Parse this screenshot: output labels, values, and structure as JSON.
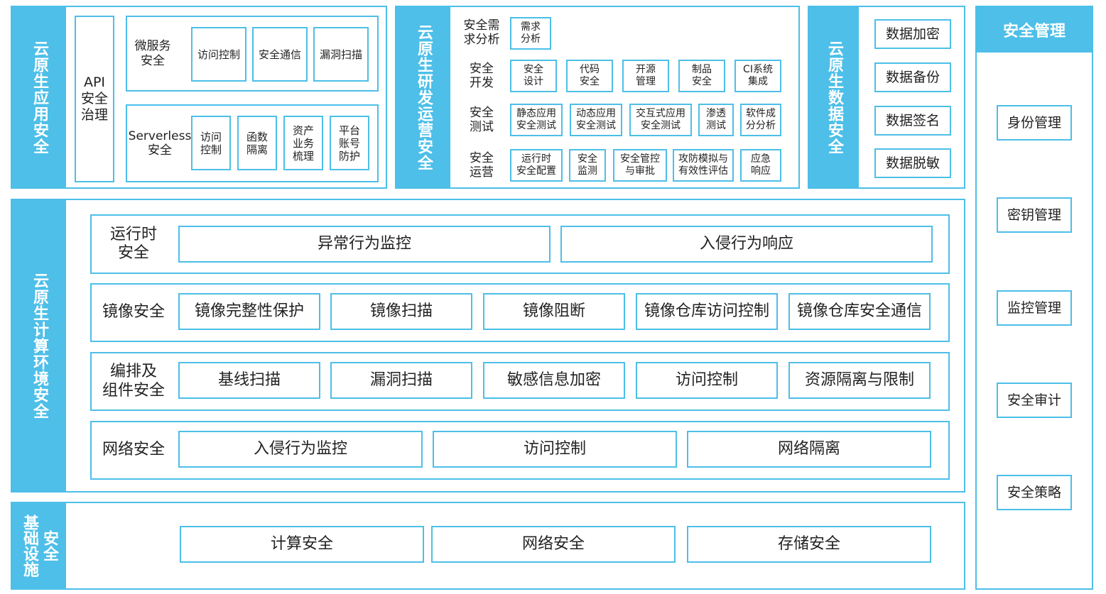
{
  "app_security": {
    "title": "云原生应用安全",
    "api": "API\n安全\n治理",
    "microservice": {
      "label": "微服务\n安全",
      "items": [
        "访问控制",
        "安全通信",
        "漏洞扫描"
      ]
    },
    "serverless": {
      "label": "Serverless\n安全",
      "items": [
        "访问\n控制",
        "函数\n隔离",
        "资产\n业务\n梳理",
        "平台\n账号\n防护"
      ]
    }
  },
  "devops": {
    "title": "云原生研发运营安全",
    "rows": [
      {
        "label": "安全需\n求分析",
        "items": [
          "需求\n分析"
        ]
      },
      {
        "label": "安全\n开发",
        "items": [
          "安全\n设计",
          "代码\n安全",
          "开源\n管理",
          "制品\n安全",
          "CI系统\n集成"
        ]
      },
      {
        "label": "安全\n测试",
        "items": [
          "静态应用\n安全测试",
          "动态应用\n安全测试",
          "交互式应用\n安全测试",
          "渗透\n测试",
          "软件成\n分分析"
        ]
      },
      {
        "label": "安全\n运营",
        "items": [
          "运行时\n安全配置",
          "安全\n监测",
          "安全管控\n与审批",
          "攻防模拟与\n有效性评估",
          "应急\n响应"
        ]
      }
    ]
  },
  "data_security": {
    "title": "云原生数据安全",
    "items": [
      "数据加密",
      "数据备份",
      "数据签名",
      "数据脱敏"
    ]
  },
  "compute": {
    "title": "云原生计算环境安全",
    "runtime": {
      "label": "运行时\n安全",
      "items": [
        "异常行为监控",
        "入侵行为响应"
      ]
    },
    "image": {
      "label": "镜像安全",
      "items": [
        "镜像完整性保护",
        "镜像扫描",
        "镜像阻断",
        "镜像仓库访问控制",
        "镜像仓库安全通信"
      ]
    },
    "orchestration": {
      "label": "编排及\n组件安全",
      "items": [
        "基线扫描",
        "漏洞扫描",
        "敏感信息加密",
        "访问控制",
        "资源隔离与限制"
      ]
    },
    "network": {
      "label": "网络安全",
      "items": [
        "入侵行为监控",
        "访问控制",
        "网络隔离"
      ]
    }
  },
  "infra": {
    "title_a": "基础设施",
    "title_b": "安全",
    "items": [
      "计算安全",
      "网络安全",
      "存储安全"
    ]
  },
  "management": {
    "title": "安全管理",
    "items": [
      "身份管理",
      "密钥管理",
      "监控管理",
      "安全审计",
      "安全策略"
    ]
  },
  "colors": {
    "accent": "#4dbfe8",
    "text": "#222222",
    "background": "#ffffff"
  }
}
